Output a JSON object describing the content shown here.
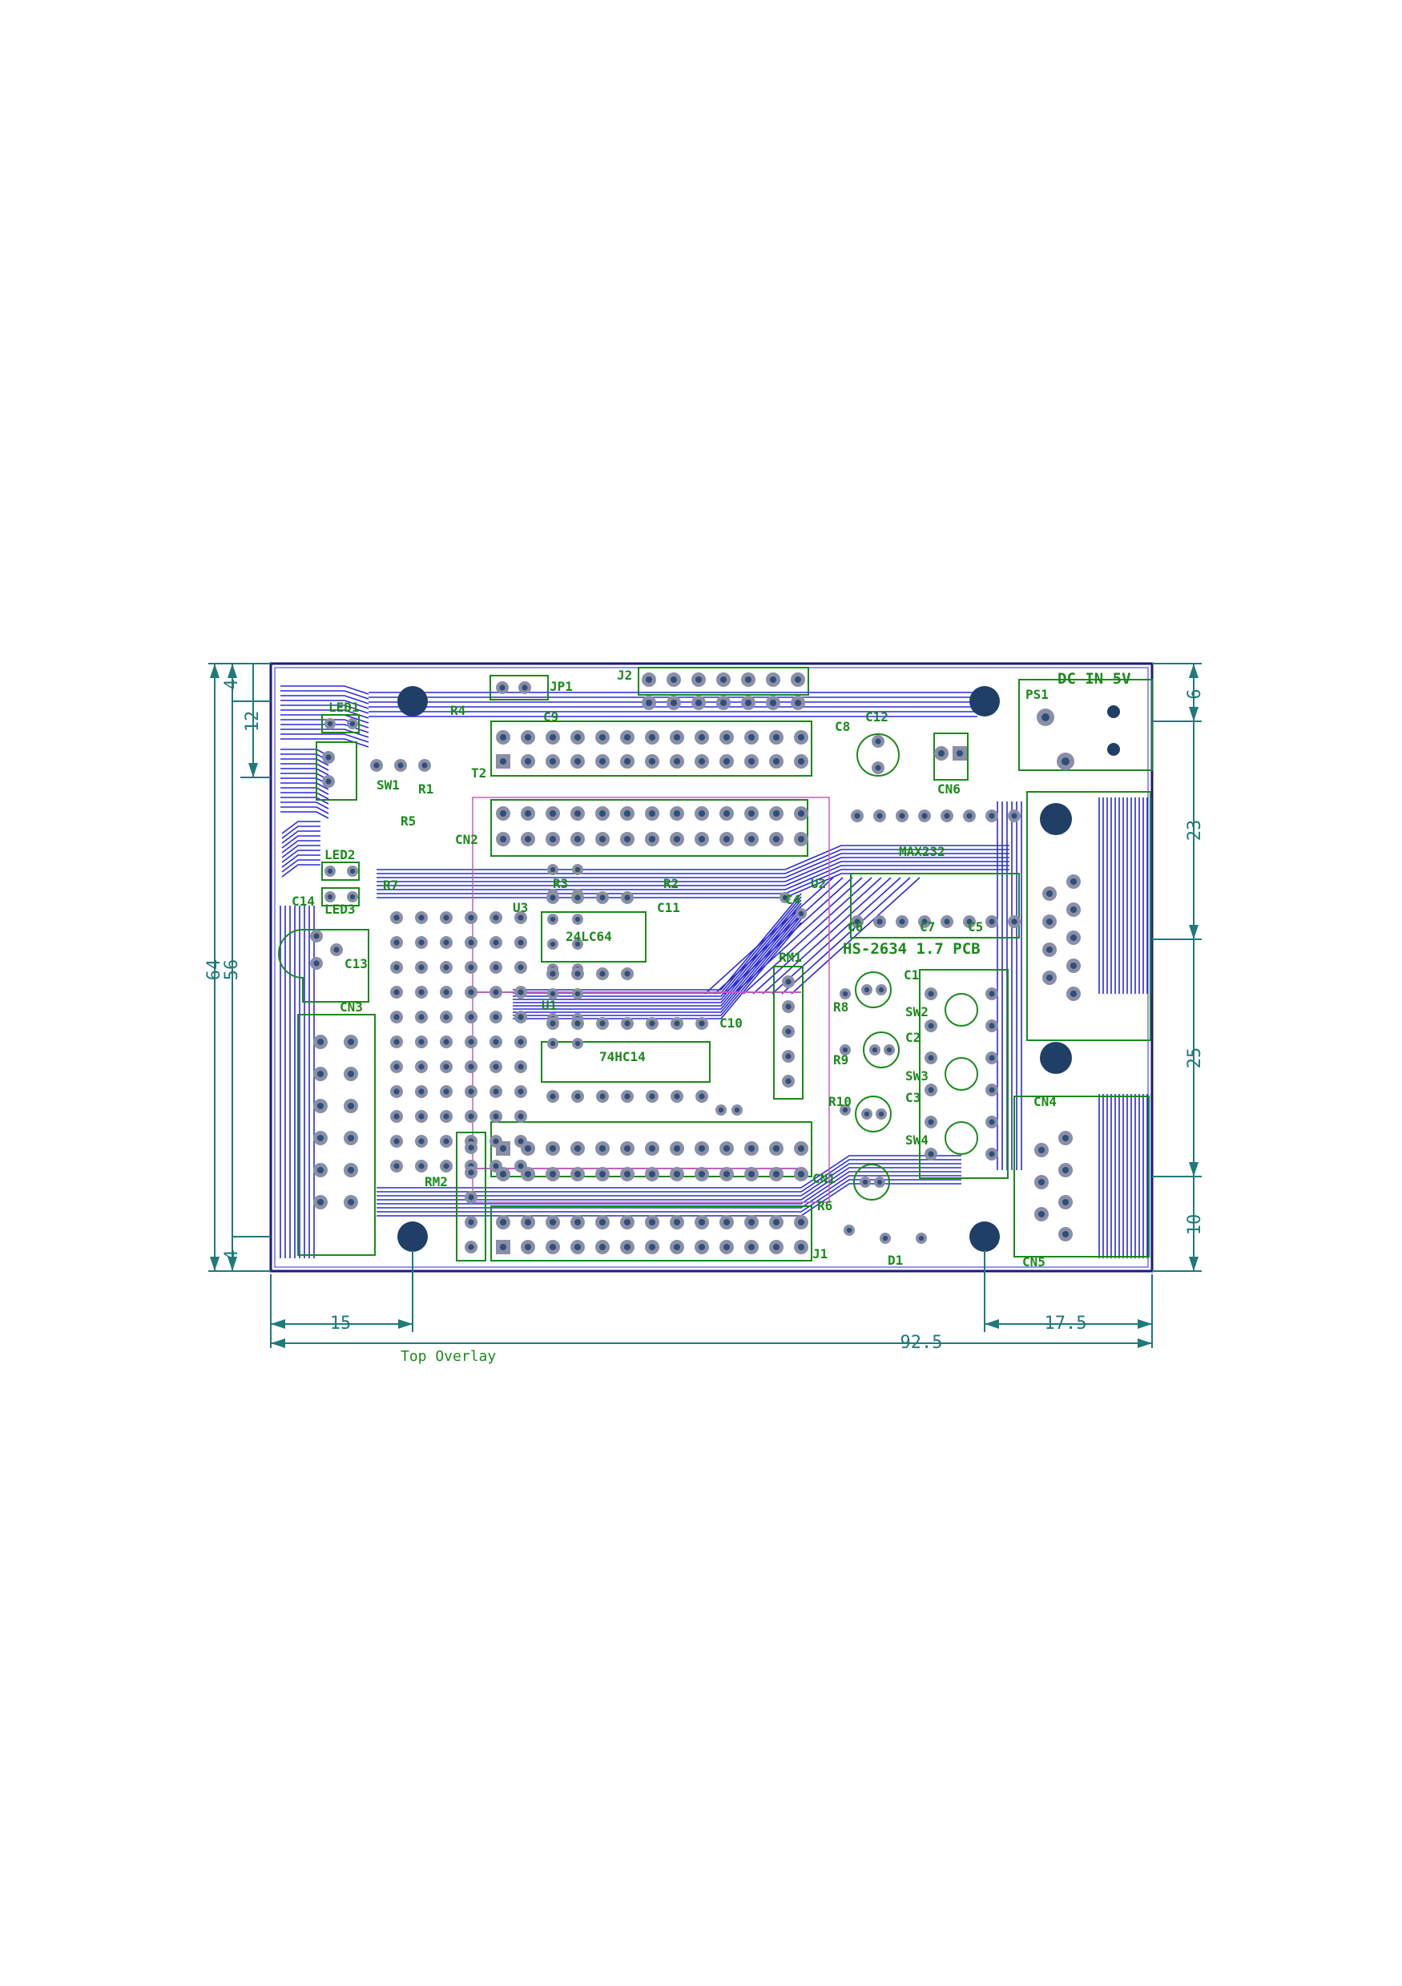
{
  "dimensions": {
    "width": "92.5",
    "left_hole_offset": "15",
    "right_hole_offset": "17.5",
    "height_outer": "64",
    "height_inner": "56",
    "top_offset": "4",
    "bottom_offset": "4",
    "top_left_12": "12",
    "right_6": "6",
    "right_23": "23",
    "right_25": "25",
    "right_10": "10"
  },
  "labels": {
    "dc_in": "DC IN 5V",
    "board_title": "HS-2634 1.7 PCB",
    "layer_name": "Top Overlay",
    "max232": "MAX232",
    "ic_74hc14": "74HC14",
    "ic_24lc64": "24LC64"
  },
  "designators": [
    "LED1",
    "LED2",
    "LED3",
    "SW1",
    "R1",
    "R4",
    "T2",
    "JP1",
    "J2",
    "C9",
    "C8",
    "C12",
    "CN6",
    "PS1",
    "CN2",
    "R5",
    "R7",
    "R3",
    "R2",
    "C4",
    "U2",
    "C6",
    "C7",
    "C5",
    "C1",
    "R8",
    "R9",
    "R10",
    "SW2",
    "SW3",
    "SW4",
    "C2",
    "C3",
    "CN4",
    "CN5",
    "RM1",
    "RM2",
    "CN1",
    "R6",
    "D1",
    "J1",
    "C10",
    "C11",
    "C13",
    "CN3",
    "U1",
    "U3",
    "C14"
  ],
  "colors": {
    "board_outline": "#1a1a7a",
    "copper_trace": "#2a2ad8",
    "silkscreen": "#1a8a1a",
    "dimension": "#1f7a7a",
    "pad_fill": "#8a8fa6",
    "pad_hole": "#2e4f7a",
    "mount_hole": "#1f3f66",
    "keepout": "#c060c0"
  }
}
